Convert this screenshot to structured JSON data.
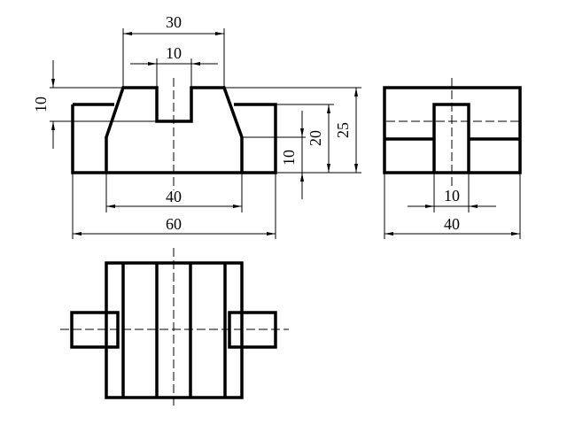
{
  "front_view": {
    "dims": {
      "top_width": "30",
      "slot_width": "10",
      "slot_depth": "10",
      "chamfer_base": "40",
      "total_width": "60",
      "lower_height": "10",
      "side_height": "20",
      "total_height": "25"
    }
  },
  "side_view": {
    "dims": {
      "slot_width": "10",
      "width": "40"
    }
  },
  "colors": {
    "line": "#000000",
    "background": "#ffffff"
  }
}
